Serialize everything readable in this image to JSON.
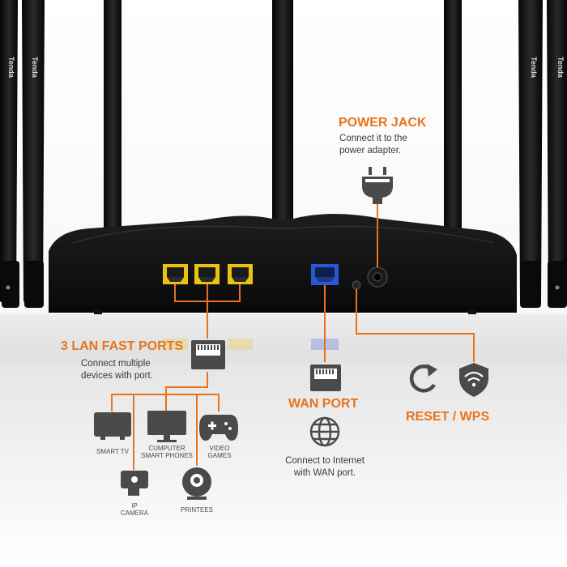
{
  "power_jack": {
    "title": "POWER JACK",
    "desc_line1": "Connect it to the",
    "desc_line2": "power adapter."
  },
  "lan": {
    "title": "3 LAN FAST PORTS",
    "desc_line1": "Connect multiple",
    "desc_line2": "devices with port."
  },
  "wan": {
    "title": "WAN PORT",
    "desc_line1": "Connect to Internet",
    "desc_line2": "with WAN port."
  },
  "reset_wps": {
    "title": "RESET / WPS"
  },
  "devices": {
    "smart_tv": "SMART TV",
    "computer_line1": "CUMPUTER",
    "computer_line2": "SMART PHONES",
    "video_games_line1": "VIDEO",
    "video_games_line2": "GAMES",
    "ip_camera_line1": "IP",
    "ip_camera_line2": "CAMERA",
    "printer": "PRINTEES"
  },
  "brand": {
    "antenna_logo": "Tenda"
  },
  "colors": {
    "accent": "#e8731c",
    "lan_port": "#e8c410",
    "wan_port": "#2b57d6",
    "router_body": "#141414",
    "icon_gray": "#4a4a4a"
  }
}
